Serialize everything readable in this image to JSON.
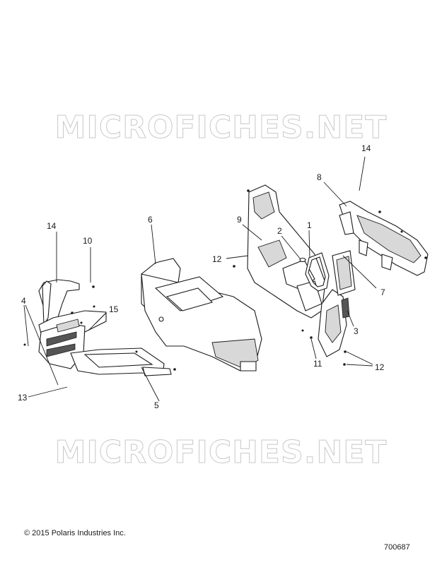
{
  "watermark": {
    "top": "MICROFICHES.NET",
    "bottom": "MICROFICHES.NET"
  },
  "callouts": {
    "c1": "1",
    "c2": "2",
    "c3": "3",
    "c4": "4",
    "c5": "5",
    "c6": "6",
    "c7": "7",
    "c8": "8",
    "c9": "9",
    "c10": "10",
    "c11": "11",
    "c12a": "12",
    "c12b": "12",
    "c13": "13",
    "c14a": "14",
    "c14b": "14",
    "c15": "15"
  },
  "footer": {
    "copyright": "© 2015 Polaris Industries Inc.",
    "drawing_number": "700687"
  }
}
